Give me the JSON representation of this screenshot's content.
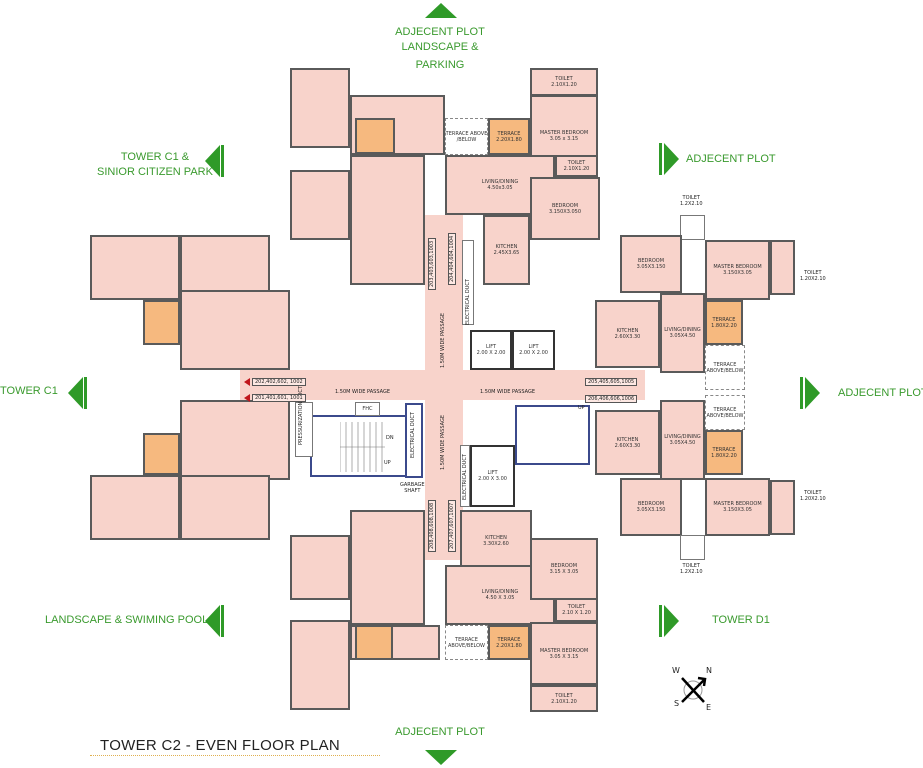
{
  "title": "TOWER C2 - EVEN FLOOR PLAN",
  "surroundings": {
    "top": [
      "ADJECENT PLOT",
      "LANDSCAPE &",
      "PARKING"
    ],
    "top_left": [
      "TOWER C1 &",
      "SINIOR CITIZEN PARK"
    ],
    "top_right": "ADJECENT PLOT",
    "left": "TOWER C1",
    "right": "ADJECENT PLOT",
    "bottom_left": "LANDSCAPE & SWIMING POOL",
    "bottom_right": "TOWER D1",
    "bottom": "ADJECENT PLOT"
  },
  "colors": {
    "arrow": "#2f9a28",
    "room": "#f8d3cb",
    "terrace": "#f6b97f",
    "wall": "#5a5a5a",
    "core": "#3b4a8c"
  },
  "rooms": {
    "ne_toilet_1": [
      "TOILET",
      "2.10X1.20"
    ],
    "ne_master": [
      "MASTER BEDROOM",
      "3.05 x 3.15"
    ],
    "ne_terrace": [
      "TERRACE",
      "2.20X1.80"
    ],
    "ne_terrace_ab": [
      "TERRACE ABOVE",
      "/BELOW"
    ],
    "ne_toilet_2": [
      "TOILET",
      "2.10X1.20"
    ],
    "ne_living": [
      "LIVING/DINING",
      "4.50x3.05"
    ],
    "ne_bedroom": [
      "BEDROOM",
      "3.150X3.050"
    ],
    "ne_kitchen": [
      "KITCHEN",
      "2.45X3.65"
    ],
    "e1_bedroom": [
      "BEDROOM",
      "3.05X3.150"
    ],
    "e1_master": [
      "MASTER BEDROOM",
      "3.150X3.05"
    ],
    "e1_kitchen": [
      "KITCHEN",
      "2.60X3.30"
    ],
    "e1_living": [
      "LIVING/DINING",
      "3.05X4.50"
    ],
    "e1_terrace": [
      "TERRACE",
      "1.80X2.20"
    ],
    "e1_terrace_ab": [
      "TERRACE",
      "ABOVE/BELOW"
    ],
    "e1_toilet_top": [
      "TOILET",
      "1.2X2.10"
    ],
    "e1_toilet_side": [
      "TOILET",
      "1.20X2.10"
    ],
    "e2_terrace_ab": [
      "TERRACE",
      "ABOVE/BELOW"
    ],
    "e2_kitchen": [
      "KITCHEN",
      "2.60X3.30"
    ],
    "e2_living": [
      "LIVING/DINING",
      "3.05X4.50"
    ],
    "e2_terrace": [
      "TERRACE",
      "1.80X2.20"
    ],
    "e2_bedroom": [
      "BEDROOM",
      "3.05X3.150"
    ],
    "e2_master": [
      "MASTER BEDROOM",
      "3.150X3.05"
    ],
    "e2_toilet_side": [
      "TOILET",
      "1.20X2.10"
    ],
    "e2_toilet_bottom": [
      "TOILET",
      "1.2X2.10"
    ],
    "se_kitchen": [
      "KITCHEN",
      "3.30X2.60"
    ],
    "se_living": [
      "LIVING/DINING",
      "4.50 X 3.05"
    ],
    "se_bedroom": [
      "BEDROOM",
      "3.15 X 3.05"
    ],
    "se_toilet_1": [
      "TOILET",
      "2.10 X 1.20"
    ],
    "se_terrace_ab": [
      "TERRACE",
      "ABOVE/BELOW"
    ],
    "se_terrace": [
      "TERRACE",
      "2.20X1.80"
    ],
    "se_master": [
      "MASTER BEDROOM",
      "3.05 X 3.15"
    ],
    "se_toilet_2": [
      "TOILET",
      "2.10X1.20"
    ]
  },
  "core": {
    "lift_1": [
      "LIFT",
      "2.00 X 2.00"
    ],
    "lift_2": [
      "LIFT",
      "2.00 X 2.00"
    ],
    "lift_3": [
      "LIFT",
      "2.00 X 3.00"
    ],
    "passage_h1": "1.50M WIDE PASSAGE",
    "passage_h2": "1.50M WIDE PASSAGE",
    "passage_v1": "1.50M WIDE PASSAGE",
    "passage_v2": "1.50M WIDE PASSAGE",
    "electrical_duct": "ELECTRICAL DUCT",
    "pressurization_duct": "PRESSURIZATION DUCT",
    "fhc": "FHC",
    "dn": "DN",
    "up": "UP",
    "up_right": "UP",
    "garbage_shaft": [
      "GARBAGE",
      "SHAFT"
    ]
  },
  "unit_codes": {
    "west_upper": "202,402,602, 1002",
    "west_lower": "201,401,601, 1001",
    "north_left": "203,403,603,1003",
    "north_right": "204,404,604,1004",
    "east_upper": "205,405,605,1005",
    "east_lower": "206,406,606,1006",
    "south_left": "208,408,608,1008",
    "south_right": "207,407,607,1007"
  },
  "compass": {
    "n": "N",
    "s": "S",
    "e": "E",
    "w": "W"
  }
}
